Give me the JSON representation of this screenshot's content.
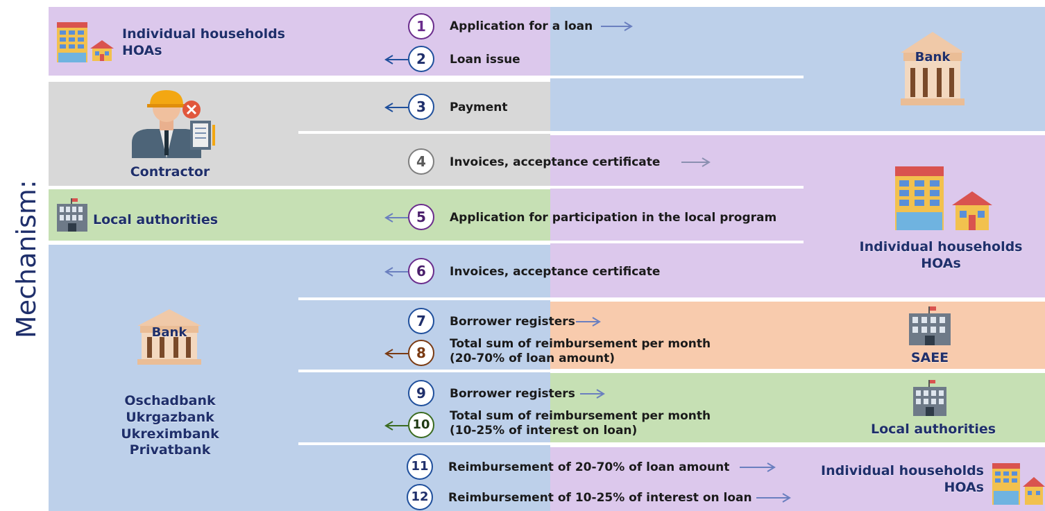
{
  "side_label": "Mechanism:",
  "colors": {
    "purple": "#dcc8ec",
    "blue": "#bdd0ea",
    "grey": "#d8d8d8",
    "green": "#c6e0b4",
    "orange": "#f8cbad",
    "navy": "#1f2f6b"
  },
  "entities": {
    "left_households": [
      "Individual households",
      "HOAs"
    ],
    "contractor": "Contractor",
    "left_local_authorities": "Local authorities",
    "left_bank_icon_label": "Bank",
    "banks": [
      "Oschadbank",
      "Ukrgazbank",
      "Ukreximbank",
      "Privatbank"
    ],
    "right_bank_icon_label": "Bank",
    "right_households": [
      "Individual households",
      "HOAs"
    ],
    "saee": "SAEE",
    "right_local_authorities": "Local authorities",
    "bottom_households": [
      "Individual households",
      "HOAs"
    ]
  },
  "steps": [
    {
      "n": "1",
      "text": "Application for a loan",
      "arrow": "right"
    },
    {
      "n": "2",
      "text": "Loan issue",
      "arrow": "left"
    },
    {
      "n": "3",
      "text": "Payment",
      "arrow": "left"
    },
    {
      "n": "4",
      "text": "Invoices, acceptance certificate",
      "arrow": "right"
    },
    {
      "n": "5",
      "text": "Application for participation in the local program",
      "arrow": "left"
    },
    {
      "n": "6",
      "text": "Invoices, acceptance certificate",
      "arrow": "left"
    },
    {
      "n": "7",
      "text": "Borrower registers",
      "arrow": "right"
    },
    {
      "n": "8",
      "text": [
        "Total sum of reimbursement per month",
        "(20-70%  of loan amount)"
      ],
      "arrow": "left"
    },
    {
      "n": "9",
      "text": "Borrower registers",
      "arrow": "right"
    },
    {
      "n": "10",
      "text": [
        "Total sum of reimbursement per month",
        "(10-25% of interest on loan)"
      ],
      "arrow": "left"
    },
    {
      "n": "11",
      "text": "Reimbursement of 20-70% of loan amount",
      "arrow": "right"
    },
    {
      "n": "12",
      "text": "Reimbursement of 10-25% of interest on loan",
      "arrow": "right"
    }
  ]
}
